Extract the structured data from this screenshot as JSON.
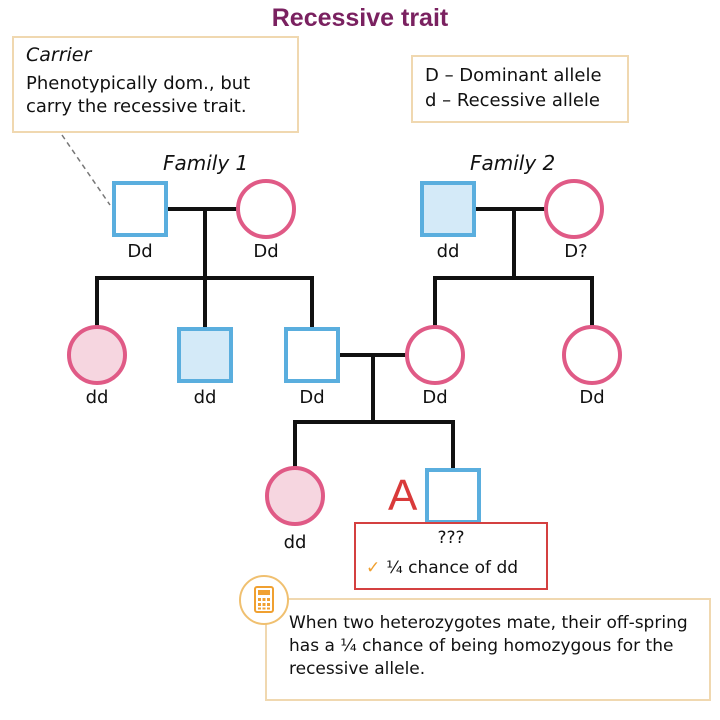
{
  "title": "Recessive trait",
  "carrier_note": {
    "heading": "Carrier",
    "text": "Phenotypically dom., but carry the recessive trait."
  },
  "allele_key": {
    "dominant": "D – Dominant allele",
    "recessive": "d – Recessive allele"
  },
  "families": {
    "family1": "Family 1",
    "family2": "Family 2"
  },
  "genotypes": {
    "f1_father": "Dd",
    "f1_mother": "Dd",
    "f2_father": "dd",
    "f2_mother": "D?",
    "g2_daughter": "dd",
    "g2_son": "dd",
    "g2_son_married": "Dd",
    "g2_daughter_married": "Dd",
    "g2_daughter_f2": "Dd",
    "g3_daughter": "dd"
  },
  "unknown_child": {
    "marker": "A",
    "genotype": "???",
    "answer": "¼ chance of dd"
  },
  "explanation": "When two heterozygotes mate, their off-spring has a ¼ chance of being homozygous for the recessive allele.",
  "colors": {
    "male_stroke": "#5aaede",
    "male_affected_fill": "#d4eaf8",
    "female_stroke": "#e05a86",
    "female_affected_fill": "#f6d6e0",
    "line": "#111111",
    "accent_title": "#7a2160",
    "answer_border": "#d44040",
    "note_border": "#f0d8b0",
    "check": "#f0a030"
  },
  "icons": {
    "note": "calculator-icon",
    "answer": "checkmark-icon"
  }
}
